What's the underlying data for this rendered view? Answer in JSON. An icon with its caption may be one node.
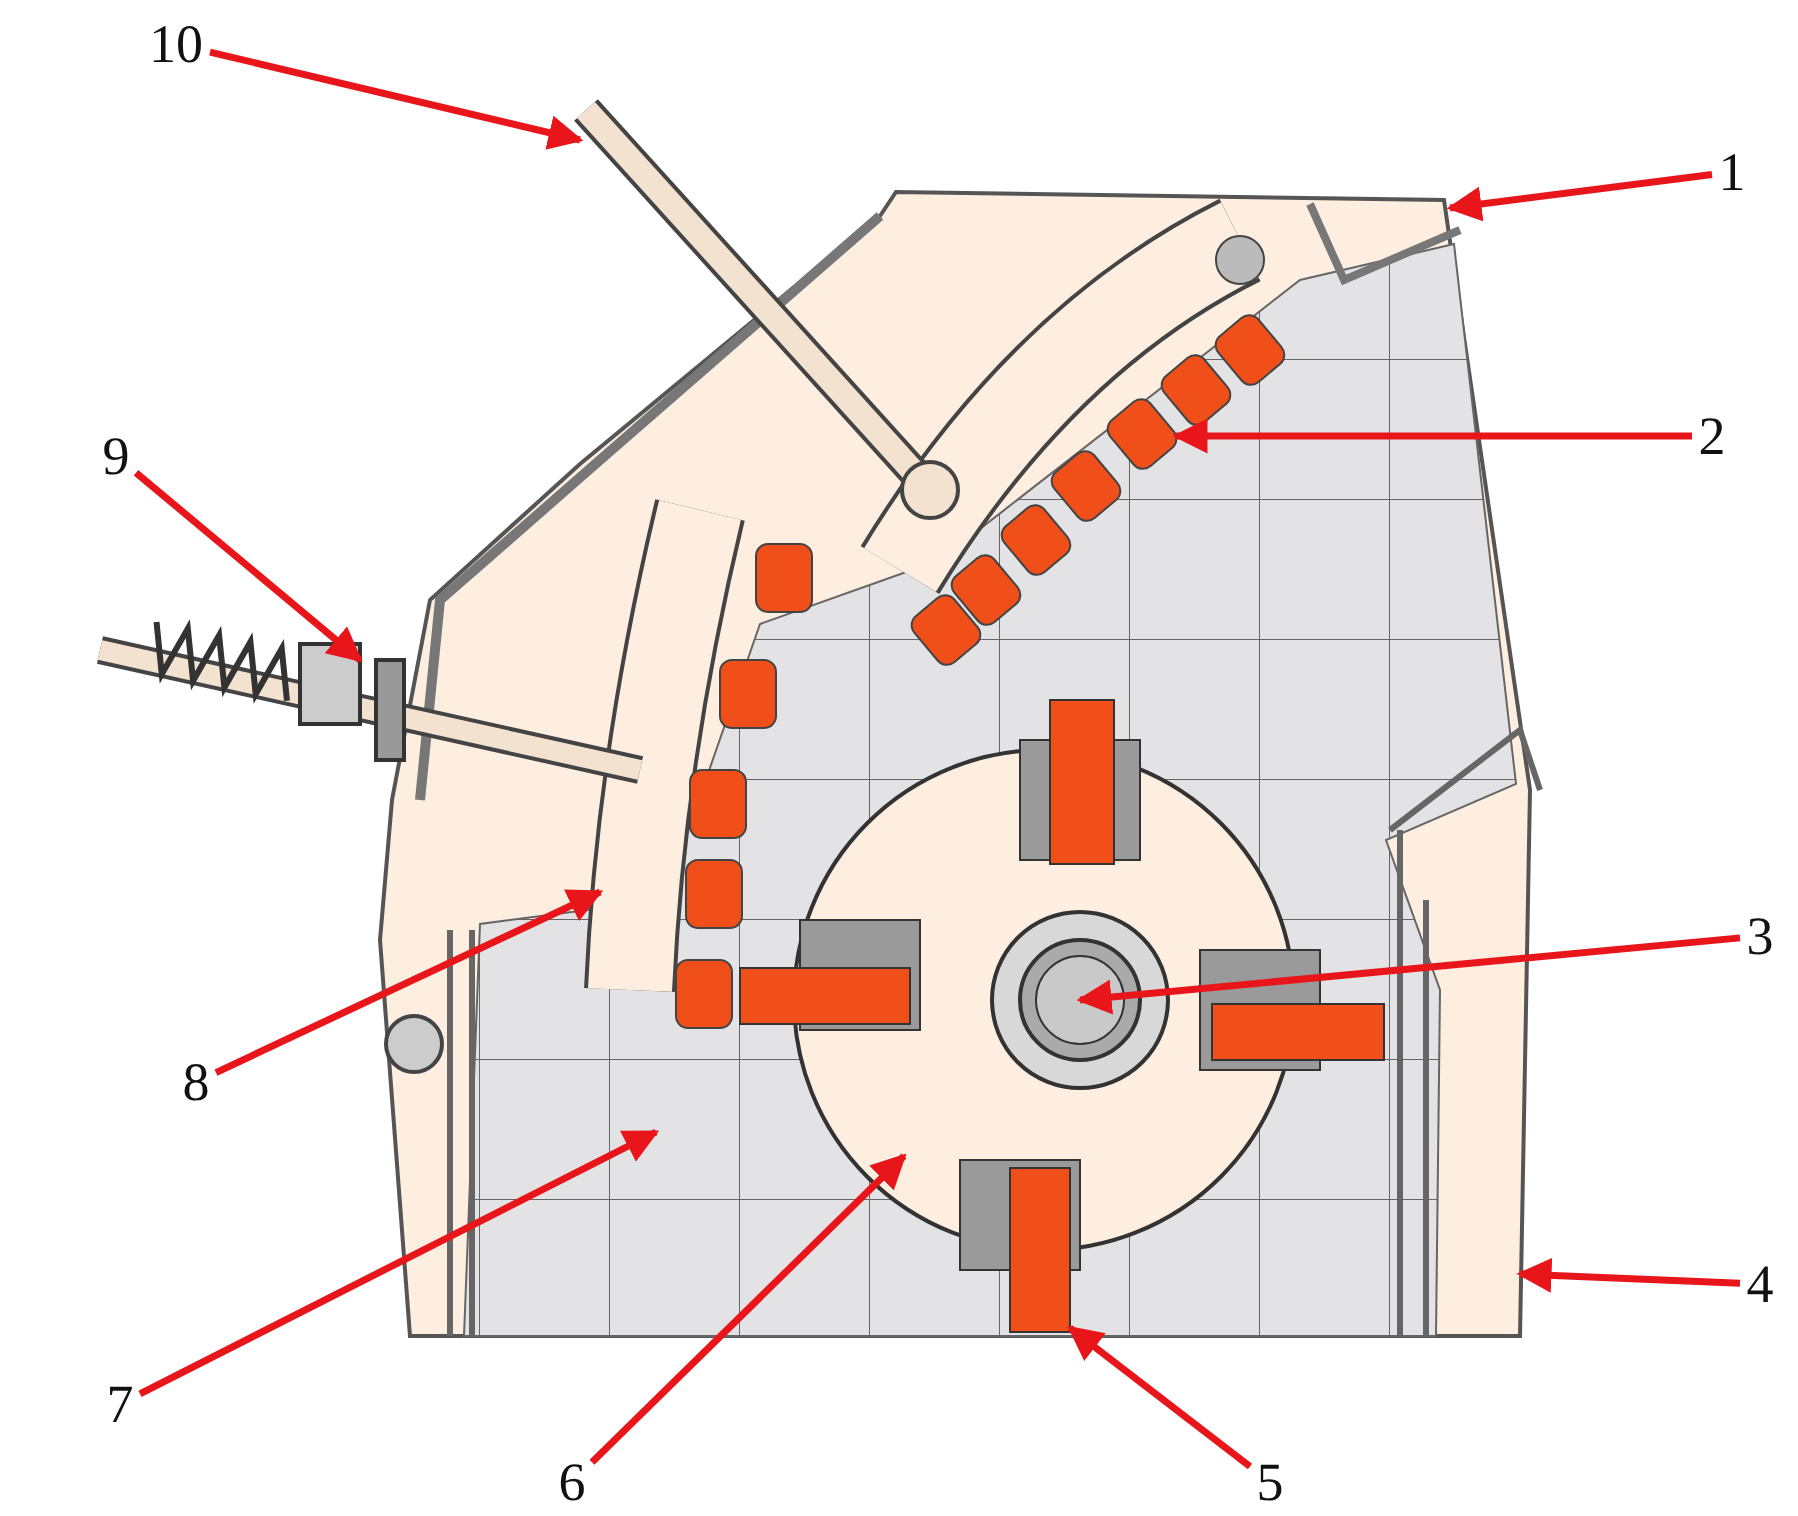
{
  "diagram": {
    "nodes": [
      {
        "text": [
          "10"
        ]
      },
      {
        "text": [
          "1"
        ]
      },
      {
        "text": [
          "9"
        ]
      },
      {
        "text": [
          "2"
        ]
      },
      {
        "text": [
          "3"
        ]
      },
      {
        "text": [
          "8"
        ]
      },
      {
        "text": [
          "4"
        ]
      },
      {
        "text": [
          "7"
        ]
      },
      {
        "text": [
          "6"
        ]
      },
      {
        "text": [
          "5"
        ]
      }
    ],
    "edges": [
      {
        "from": 0,
        "to": null,
        "arrow": "to"
      },
      {
        "from": 1,
        "to": null,
        "arrow": "to"
      },
      {
        "from": 2,
        "to": null,
        "arrow": "to"
      },
      {
        "from": 3,
        "to": null,
        "arrow": "to"
      },
      {
        "from": 4,
        "to": null,
        "arrow": "to"
      },
      {
        "from": 5,
        "to": null,
        "arrow": "to"
      },
      {
        "from": 6,
        "to": null,
        "arrow": "to"
      },
      {
        "from": 7,
        "to": null,
        "arrow": "to"
      },
      {
        "from": 8,
        "to": null,
        "arrow": "to"
      },
      {
        "from": 9,
        "to": null,
        "arrow": "to"
      }
    ]
  }
}
